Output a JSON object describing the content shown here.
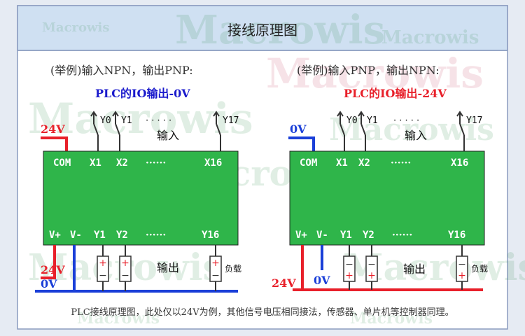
{
  "title": "接线原理图",
  "watermark": "Macrowis",
  "footer": "PLC接线原理图，此处仅以24V为例，其他信号电压相同接法，传感器、单片机等控制器同理。",
  "left": {
    "example": "(举例)输入NPN，输出PNP:",
    "subtitle": "PLC的IO输出-0V",
    "subtitle_color": "#1a1acc",
    "top_rail_label": "24V",
    "top_rail_color": "#e8202a",
    "bottom_red_label": "24V",
    "bottom_blue_label": "0V",
    "inputs_label": "输入",
    "outputs_label": "输出",
    "sensors": [
      "Y0",
      "Y1",
      "Y17"
    ],
    "top_terminals": [
      "COM",
      "X1",
      "X2",
      "······",
      "X16"
    ],
    "bottom_terminals": [
      "V+",
      "V-",
      "Y1",
      "Y2",
      "······",
      "Y16"
    ],
    "load_label": "负载"
  },
  "right": {
    "example": "(举例)输入PNP，输出NPN:",
    "subtitle": "PLC的IO输出-24V",
    "subtitle_color": "#e8202a",
    "top_rail_label": "0V",
    "top_rail_color": "#1a3fd8",
    "bottom_red_label": "24V",
    "bottom_blue_label": "0V",
    "inputs_label": "输入",
    "outputs_label": "输出",
    "sensors": [
      "Y0",
      "Y1",
      "Y17"
    ],
    "top_terminals": [
      "COM",
      "X1",
      "X2",
      "······",
      "X16"
    ],
    "bottom_terminals": [
      "V+",
      "V-",
      "Y1",
      "Y2",
      "······",
      "Y16"
    ],
    "load_label": "负载"
  },
  "colors": {
    "plc_green": "#2fb54a",
    "red": "#e8202a",
    "blue": "#1a3fd8",
    "panel_bg": "#ffffff",
    "title_bg": "#cfe0f2",
    "border": "#8a9bbf"
  },
  "sensor_dots": "· · · · ·"
}
